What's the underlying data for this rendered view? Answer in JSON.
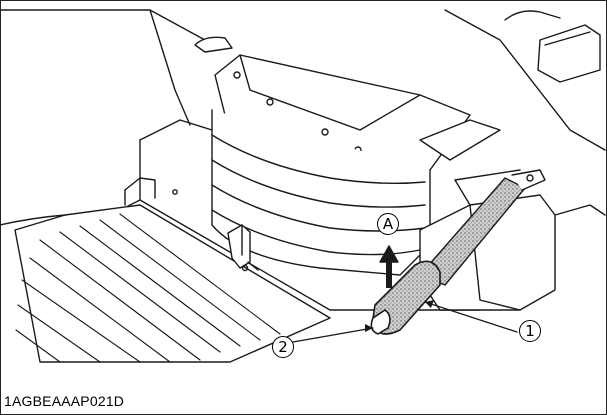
{
  "figure": {
    "code": "1AGBEAAAP021D",
    "callouts": {
      "direction": "A",
      "lever_label": "1",
      "button_label": "2"
    },
    "colors": {
      "line": "#1a1a1a",
      "shade": "#bdbdbd",
      "background": "#ffffff"
    }
  }
}
